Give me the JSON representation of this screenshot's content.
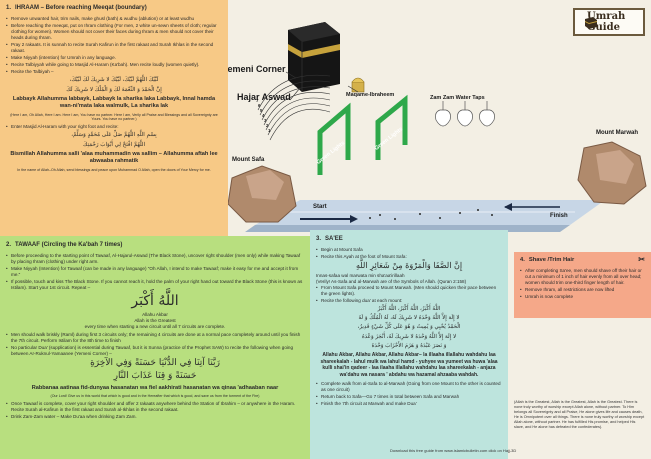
{
  "title": "Umrah Guide",
  "map": {
    "yemeni_corner": "Yemeni Corner",
    "hajar_aswad": "Hajar Aswad",
    "maqame": "Maqame-Ibraheem",
    "zamzam": "Zam Zam Water Taps",
    "mount_safa": "Mount Safa",
    "mount_marwah": "Mount Marwah",
    "green_light_1": "Green Lights",
    "green_light_2": "Green Lights",
    "start": "Start",
    "finish": "Finish",
    "circuit_numbers": [
      "1",
      "2",
      "3",
      "4",
      "5",
      "6",
      "7"
    ]
  },
  "ihraam": {
    "number": "1.",
    "title": "IHRAAM – Before reaching Meeqat (boundary)",
    "bullets": [
      "Remove unwanted hair, trim nails, make ghusl (bath) & wudhu (ablution) or at least wudhu",
      "Before reaching the meeqat, put on Ihram clothing (For men, 2 white un-sewn sheets of cloth; regular clothing for women). Women should not cover their faces during Ihram & men should not cover their heads during Ihram.",
      "Pray 2 rakaats. It is sunnah to recite Surah Kafirun in the first rakaat and Surah Ikhlas in the second rakaat.",
      "Make Niyyah (intention) for Umrah in any language.",
      "Recite Talbiyyah while going to Masjid Al-Haram (Ka'bah). Men recite loudly (women quietly).",
      "Recite the Talbiyah –"
    ],
    "talbiyah_ar_1": "لَبَّيْكَ اللَّهُمَّ لَبَّيْكَ، لَبَّيْكَ لا شَرِيكَ لَكَ لَبَّيْكَ،",
    "talbiyah_ar_2": "إِنَّ الْحَمْدَ وَ النِّعْمَةَ لَكَ وَ الْمُلْكَ لا شَرِيكَ لَكَ",
    "talbiyah_translit": "Labbayk Allahumma labbayk, Labbayk la sharika laka Labbayk, Innal hamda wan-ni'mata laka walmulk, La sharika lak",
    "talbiyah_meaning": "(Here I am, Oh Allah, Here I am. Here I am, You have no partner. Here I am, Verily all Praise and Blessings and all Sovereignty are Yours. You have no partner.)",
    "enter_bullet": "Enter Masjid Al-Haram with your right foot and recite:",
    "entry_ar_1": "بِسْمِ اللَّهِ اللَّهُمَّ صَلِّ عَلَى مُحَمَّدٍ وَسَلِّمْ،",
    "entry_ar_2": "اللَّهُمَّ افْتَحْ لِي أَبْوَابَ رَحْمَتِكَ",
    "entry_translit": "Bismillah Allahumma salli 'alaa muhammadin wa sallim – Allahumma aftah lee abwaaba rahmatik",
    "entry_meaning": "In the name of Allah–Oh Allah, send blessings and peace upon Muhammad O Allah, open the doors of Your Mercy for me."
  },
  "tawaaf": {
    "number": "2.",
    "title": "TAWAAF (Circling the Ka'bah 7 times)",
    "bullets_1": [
      "Before proceeding to the starting point of Tawaaf, Al-Hajarul-Aswad (The Black Stone), uncover right shoulder (men only) while making Tawaaf by placing Ihram (clothing) under right arm.",
      "Make Niyyah (Intention) for Tawaaf (can be made in any language) \"Oh Allah, I intend to make Tawaaf; make it easy for me and accept it from me.\"",
      "If possible, touch and kiss The Black Stone. If you cannot reach it, hold the palm of your right hand out toward the Black Stone (this is known as Istilam). Start your 1st circuit. Repeat –"
    ],
    "akbar_ar": "اللَّهُ أَكْبَر",
    "akbar_translit": "Allahu Akbar",
    "akbar_meaning": "Allah is the Greatest",
    "akbar_note": "every time when starting a new circuit until all 7 circuits are complete.",
    "bullets_2": [
      "Men should walk briskly (Raml) during first 3 circuits only; the remaining 4 circuits are done at a normal pace completely around until you finish the 7th circuit. Perform Istilam for the 8th time to finish",
      "No particular Dua' (supplication) is essential during Tawaaf, but it is Sunna (practice of the Prophet SAW) to recite the following when going between Ar-Ruknul-Yamaanee (Yemeni Corner) –"
    ],
    "rabbana_ar_1": "رَبَّنَا آتِنَا فِي الدُّنْيَا حَسَنَةً وَفِي الآخِرَةِ",
    "rabbana_ar_2": "حَسَنَةً وَ قِنَا عَذَابَ النَّارِ",
    "rabbana_translit": "Rabbanaa aatinaa fid-dunyaa hasanatan wa fiel aakhirati hasanatan wa qinaa 'adhaaban naar",
    "rabbana_meaning": "(Our Lord! Give us in this world that which is good and in the Hereafter that which is good, and save us from the torment of the Fire)",
    "bullets_3": [
      "Once Tawaaf is complete, cover your right shoulder and offer 2 rakaats anywhere behind the Station of Ibrahim – or anywhere in the Haram. Recite Surah al-Kafirun in the first rakaat and Surah al-Ikhlas in the second rakaat.",
      "Drink Zam-Zam water – Make Du'aa when drinking Zam Zam."
    ]
  },
  "saee": {
    "number": "3.",
    "title": "SA'EE",
    "bullets_1": [
      "Begin at Mount Safa",
      "Recite this Ayah at the foot of Mount Safa:"
    ],
    "ayah_ar": "إِنَّ الصَّفَا وَالْمَرْوَةَ مِنْ شَعَائِرِ اللَّهِ",
    "ayah_translit": "Innas-safaa wal marwata min sha'aa'irillaah",
    "ayah_meaning": "(Verily! As-Safa and al-Marwah are of the Symbols of Allah. (Quran 2:158)",
    "bullets_2": [
      "From Mount Safa proceed to Mount Marwah. (Men should quicken their pace between the green lights).",
      "Recite the following dua' at each mount:"
    ],
    "dua_ar": [
      "اللَّهُ أَكْبَرُ، اللَّهُ أَكْبَرُ، اللَّهُ أَكْبَرُ",
      "لا إِلَهَ إِلاَّ اللَّهُ وَحْدَهُ لا شَرِيكَ لَهُ، لَهُ الْمُلْكُ وَ لَهُ",
      "الْحَمْدُ يُحْيِي وَ يُمِيتُ وَ هُوَ عَلَى كُلِّ شَيْءٍ قَدِيرٌ،",
      "لا إِلَهَ إِلاَّ اللَّهُ وَحْدَهُ لا شَرِيكَ لَهُ، أَنْجَزَ وَعْدَهُ",
      "وَ نَصَرَ عَبْدَهُ وَ هَزَمَ الأَحْزَابَ وَحْدَهُ"
    ],
    "dua_translit": "Allahu Akbar, Allahu Akbar, Allahu Akbar– la illaaha illallahu wahdahu laa shareekalah - lahul mulk wa lahul hamd - yuhyee wa yumeet wa huwa 'alaa kulli shai'in qadeer - laa ilaaha illallahu wahdahu laa shareekalah - anjaza wa'dahu wa nasara ' abdahu wa hazamal ahzaaba wahdah.",
    "dua_meaning": "(Allah is the Greatest, Allah is the Greatest, Allah is the Greatest. There is none truly worthy of worship except Allah alone, without partner. To Him belongs all Sovereignty and all Praise, He alone gives life and causes death, He is Omnipotent over all things. There is none truly worthy of worship except Allah alone, without partner. He has fulfilled His promise, and helped His slave, and He alone has defeated the confederates).",
    "bullets_3": [
      "Complete walk from al-Safa to al-Marwah (Going from one Mount to the other is counted as one circuit)",
      "Return back to Safa—Go 7 times in total between Safa and Marwah",
      "Finish the 7th circuit at Marwah and make Dua'"
    ]
  },
  "shave": {
    "number": "4.",
    "title": "Shave /Trim Hair",
    "bullets": [
      "After completing Sa'ee, men should shave off their hair or cut a minimum of 1 inch of hair evenly from all over head; women should trim one-third finger length of hair.",
      "Remove Ihram, all restrictions are now lifted",
      "Umrah is now complete"
    ]
  },
  "footer": "Download this free guide from www.islamicbulletin.com click on Hajj-3D",
  "colors": {
    "ihraam": "#f7c986",
    "tawaaf": "#b8df7f",
    "saee": "#bde4dd",
    "shave": "#f5a889",
    "background": "#f3efe4",
    "green": "#2ea84a"
  }
}
